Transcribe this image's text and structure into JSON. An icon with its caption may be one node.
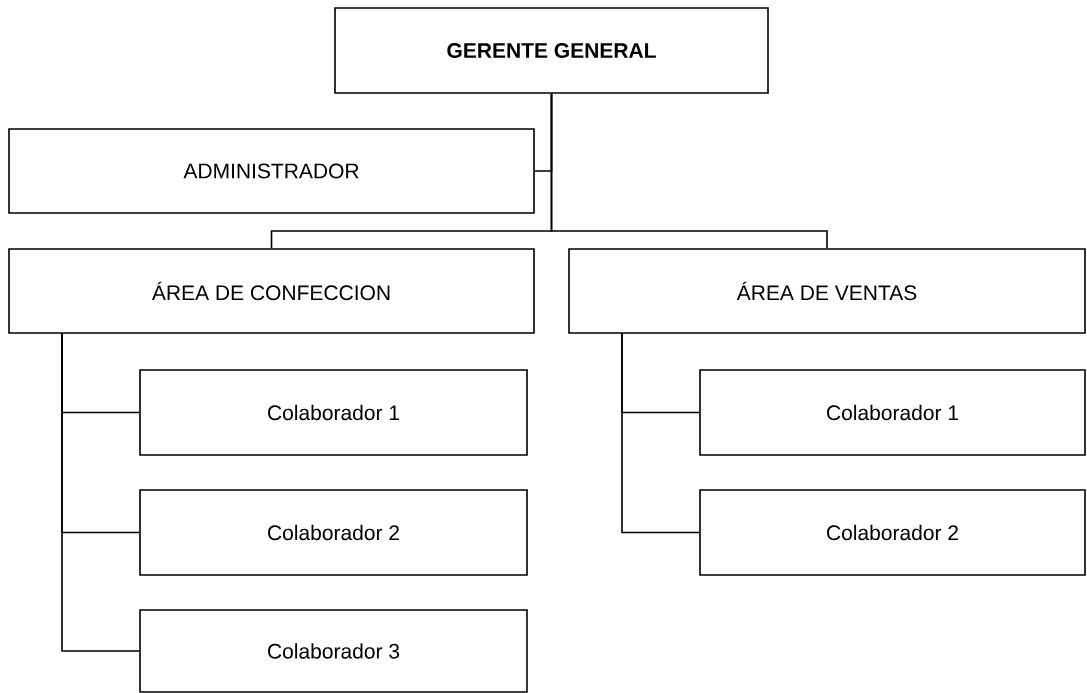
{
  "diagram": {
    "nodes": [
      {
        "text": [
          "GERENTE GENERAL"
        ]
      },
      {
        "text": [
          "ADMINISTRADOR"
        ]
      },
      {
        "text": [
          "ÁREA DE CONFECCION"
        ]
      },
      {
        "text": [
          "ÁREA DE VENTAS"
        ]
      },
      {
        "text": [
          "Colaborador 1"
        ]
      },
      {
        "text": [
          "Colaborador 2"
        ]
      },
      {
        "text": [
          "Colaborador 3"
        ]
      },
      {
        "text": [
          "Colaborador 1"
        ]
      },
      {
        "text": [
          "Colaborador 2"
        ]
      }
    ],
    "edges": [
      {
        "from": 0,
        "to": 1,
        "arrow": "none"
      },
      {
        "from": 0,
        "to": 2,
        "arrow": "none"
      },
      {
        "from": 0,
        "to": 3,
        "arrow": "none"
      },
      {
        "from": 2,
        "to": 4,
        "arrow": "none"
      },
      {
        "from": 2,
        "to": 5,
        "arrow": "none"
      },
      {
        "from": 2,
        "to": 6,
        "arrow": "none"
      },
      {
        "from": 3,
        "to": 7,
        "arrow": "none"
      },
      {
        "from": 3,
        "to": 8,
        "arrow": "none"
      }
    ]
  }
}
